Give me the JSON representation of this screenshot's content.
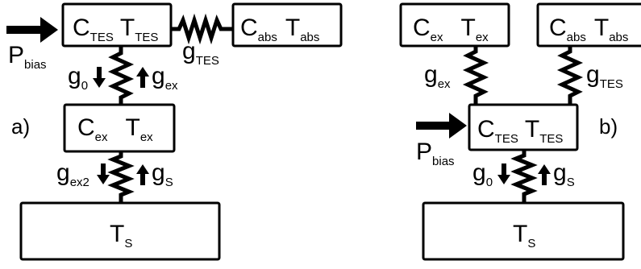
{
  "panel_a": {
    "label": "a)",
    "tes_block": {
      "c": "C",
      "c_sub": "TES",
      "t": "T",
      "t_sub": "TES"
    },
    "abs_block": {
      "c": "C",
      "c_sub": "abs",
      "t": "T",
      "t_sub": "abs"
    },
    "ex_block": {
      "c": "C",
      "c_sub": "ex",
      "t": "T",
      "t_sub": "ex"
    },
    "bath_block": {
      "t": "T",
      "t_sub": "S"
    },
    "p_bias": {
      "main": "P",
      "sub": "bias"
    },
    "g_tes": {
      "main": "g",
      "sub": "TES"
    },
    "g_0": {
      "main": "g",
      "sub": "0"
    },
    "g_ex": {
      "main": "g",
      "sub": "ex"
    },
    "g_ex2": {
      "main": "g",
      "sub": "ex2"
    },
    "g_s": {
      "main": "g",
      "sub": "S"
    }
  },
  "panel_b": {
    "label": "b)",
    "ex_block": {
      "c": "C",
      "c_sub": "ex",
      "t": "T",
      "t_sub": "ex"
    },
    "abs_block": {
      "c": "C",
      "c_sub": "abs",
      "t": "T",
      "t_sub": "abs"
    },
    "tes_block": {
      "c": "C",
      "c_sub": "TES",
      "t": "T",
      "t_sub": "TES"
    },
    "bath_block": {
      "t": "T",
      "t_sub": "S"
    },
    "p_bias": {
      "main": "P",
      "sub": "bias"
    },
    "g_ex": {
      "main": "g",
      "sub": "ex"
    },
    "g_tes": {
      "main": "g",
      "sub": "TES"
    },
    "g_0": {
      "main": "g",
      "sub": "0"
    },
    "g_s": {
      "main": "g",
      "sub": "S"
    }
  }
}
